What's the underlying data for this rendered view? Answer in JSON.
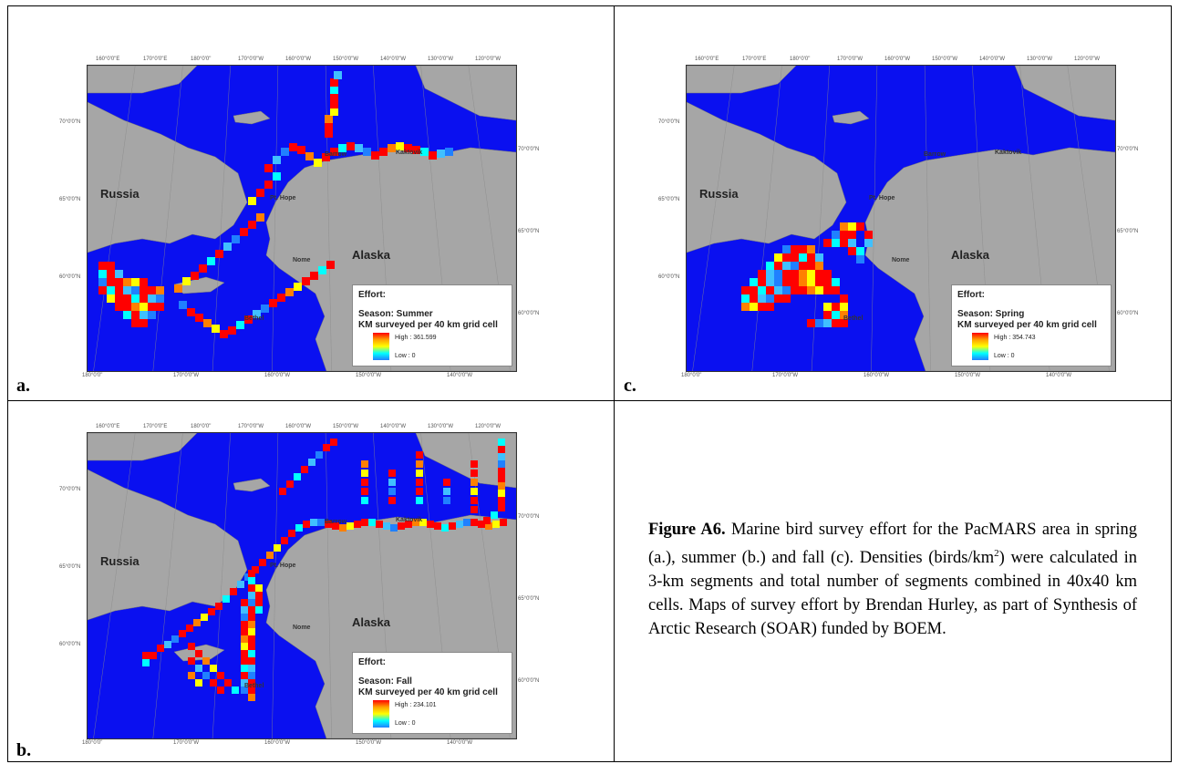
{
  "panels": {
    "a": {
      "letter": "a.",
      "top_ticks": [
        "160°0'0\"E",
        "170°0'0\"E",
        "180°0'0\"",
        "170°0'0\"W",
        "160°0'0\"W",
        "150°0'0\"W",
        "140°0'0\"W",
        "130°0'0\"W",
        "120°0'0\"W"
      ],
      "bottom_ticks": [
        "180°0'0\"",
        "170°0'0\"W",
        "160°0'0\"W",
        "150°0'0\"W",
        "140°0'0\"W"
      ],
      "left_ticks": [
        "70°0'0\"N",
        "65°0'0\"N",
        "60°0'0\"N"
      ],
      "right_ticks": [
        "70°0'0\"N",
        "65°0'0\"N",
        "60°0'0\"N"
      ],
      "places": {
        "russia": "Russia",
        "alaska": "Alaska",
        "barrow": "Barrow",
        "kaktovik": "Kaktovik",
        "pt_hope": "Pt. Hope",
        "nome": "Nome",
        "bethel": "Bethel"
      },
      "legend": {
        "title": "Effort:",
        "season": "Season: Summer",
        "unit": "KM surveyed per 40 km grid cell",
        "high": "High : 361.599",
        "low": "Low : 0"
      }
    },
    "b": {
      "letter": "b.",
      "top_ticks": [
        "160°0'0\"E",
        "170°0'0\"E",
        "180°0'0\"",
        "170°0'0\"W",
        "160°0'0\"W",
        "150°0'0\"W",
        "140°0'0\"W",
        "130°0'0\"W",
        "120°0'0\"W"
      ],
      "bottom_ticks": [
        "180°0'0\"",
        "170°0'0\"W",
        "160°0'0\"W",
        "150°0'0\"W",
        "140°0'0\"W"
      ],
      "left_ticks": [
        "70°0'0\"N",
        "65°0'0\"N",
        "60°0'0\"N"
      ],
      "right_ticks": [
        "70°0'0\"N",
        "65°0'0\"N",
        "60°0'0\"N"
      ],
      "places": {
        "russia": "Russia",
        "alaska": "Alaska",
        "barrow": "Barrow",
        "kaktovik": "Kaktovik",
        "pt_hope": "Pt. Hope",
        "nome": "Nome",
        "bethel": "Bethel"
      },
      "legend": {
        "title": "Effort:",
        "season": "Season: Fall",
        "unit": "KM surveyed per 40 km grid cell",
        "high": "High : 234.101",
        "low": "Low : 0"
      }
    },
    "c": {
      "letter": "c.",
      "top_ticks": [
        "160°0'0\"E",
        "170°0'0\"E",
        "180°0'0\"",
        "170°0'0\"W",
        "160°0'0\"W",
        "150°0'0\"W",
        "140°0'0\"W",
        "130°0'0\"W",
        "120°0'0\"W"
      ],
      "bottom_ticks": [
        "180°0'0\"",
        "170°0'0\"W",
        "160°0'0\"W",
        "150°0'0\"W",
        "140°0'0\"W"
      ],
      "left_ticks": [
        "70°0'0\"N",
        "65°0'0\"N",
        "60°0'0\"N"
      ],
      "right_ticks": [
        "70°0'0\"N",
        "65°0'0\"N",
        "60°0'0\"N"
      ],
      "places": {
        "russia": "Russia",
        "alaska": "Alaska",
        "barrow": "Barrow",
        "kaktovik": "Kaktovik",
        "pt_hope": "Pt. Hope",
        "nome": "Nome",
        "bethel": "Bethel"
      },
      "legend": {
        "title": "Effort:",
        "season": "Season: Spring",
        "unit": "KM surveyed per 40 km grid cell",
        "high": "High : 354.743",
        "low": "Low : 0"
      }
    }
  },
  "caption": {
    "label": "Figure A6.",
    "part1": " Marine bird survey effort for the PacMARS area in spring (a.), summer (b.) and fall (c). Densities (birds/km",
    "sup": "2",
    "part2": ") were calculated in  3-km segments and total number of segments combined in 40x40 km cells. Maps of survey effort by Brendan Hurley, as part of Synthesis of Arctic Research (SOAR) funded by BOEM."
  },
  "colors": {
    "ocean": "#0a10f0",
    "land": "#a6a6a6",
    "high": "#ff0000",
    "low": "#2080ff"
  }
}
